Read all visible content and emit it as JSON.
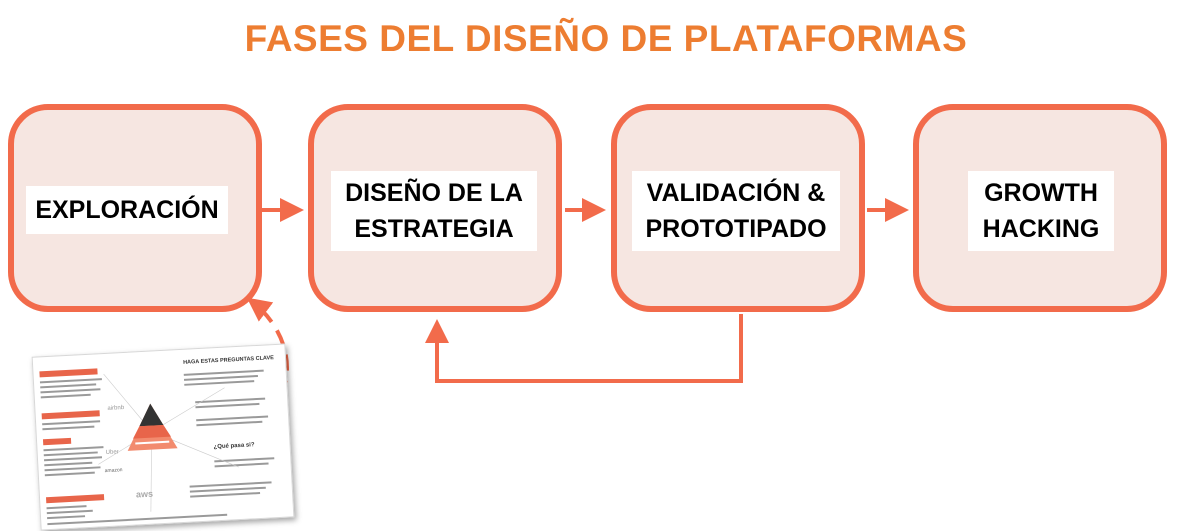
{
  "title": "FASES DEL DISEÑO DE PLATAFORMAS",
  "colors": {
    "title": "#ED7D31",
    "box_border": "#F26B4B",
    "box_fill": "#F6E6E1",
    "arrow": "#F26B4B"
  },
  "phases": [
    {
      "line1": "EXPLORACIÓN",
      "line2": ""
    },
    {
      "line1": "DISEÑO DE LA",
      "line2": "ESTRATEGIA"
    },
    {
      "line1": "VALIDACIÓN &",
      "line2": "PROTOTIPADO"
    },
    {
      "line1": "GROWTH",
      "line2": "HACKING"
    }
  ],
  "document": {
    "heading": "HAGA ESTAS PREGUNTAS CLAVE",
    "question": "¿Qué pasa si?",
    "logos": [
      "airbnb",
      "Uber",
      "amazon",
      "aws"
    ]
  }
}
